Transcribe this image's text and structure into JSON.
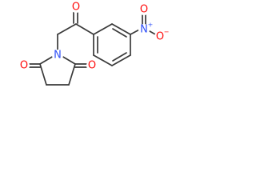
{
  "molecule": {
    "atoms": {
      "o_ketone": "O",
      "o_nitro_top": "O",
      "o_nitro_right": "O",
      "n_nitro": "N",
      "n_ring": "N",
      "o_imide_left": "O",
      "o_imide_right": "O"
    },
    "charges": {
      "n_nitro": "+",
      "o_nitro_right": "−"
    }
  },
  "colors": {
    "bond": "#3a3a3a",
    "oxygen": "#ff0d0d",
    "nitrogen": "#3050f8"
  }
}
